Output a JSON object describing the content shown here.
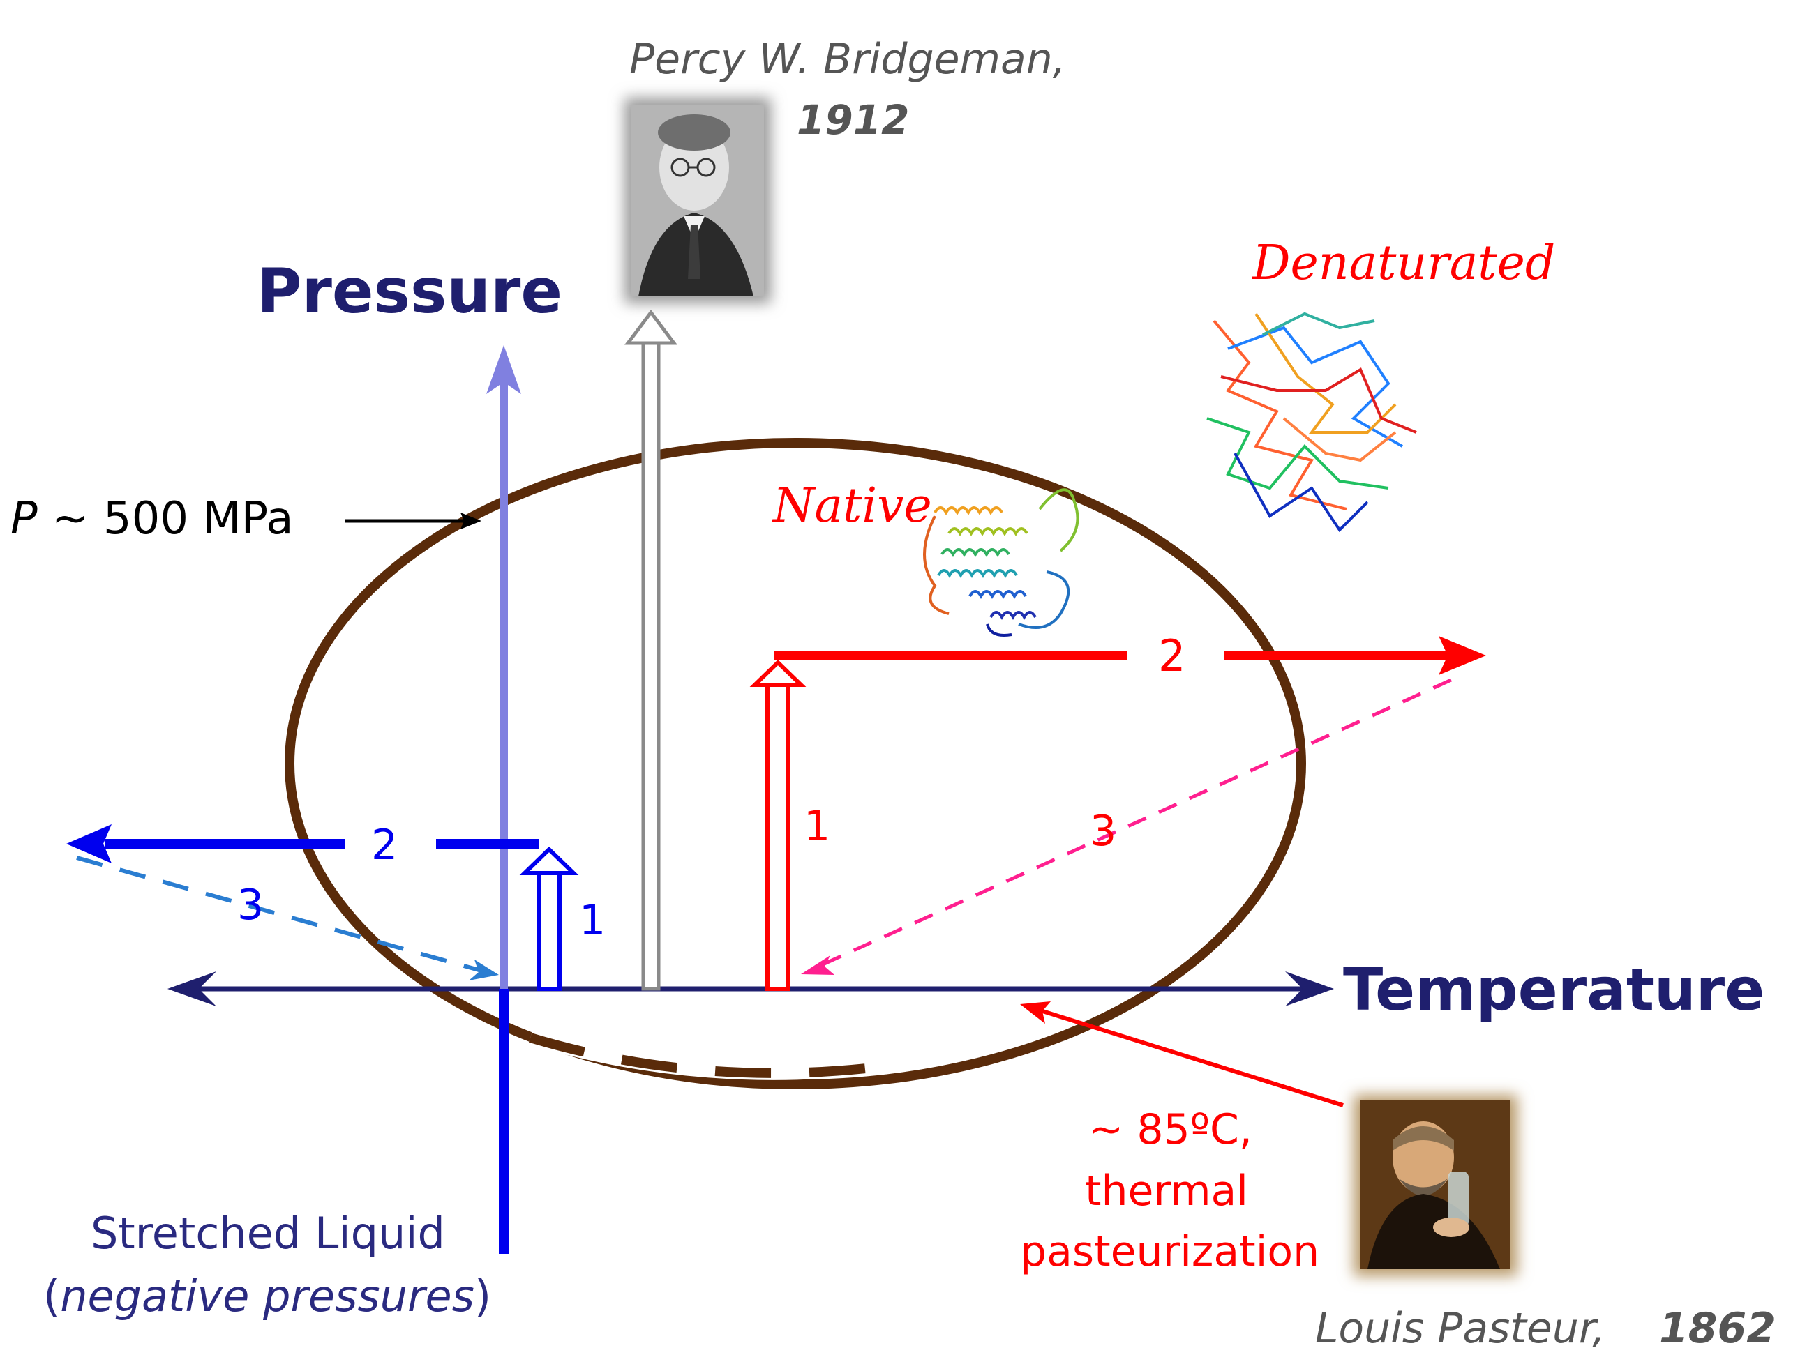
{
  "axes": {
    "pressure_label": "Pressure",
    "temperature_label": "Temperature"
  },
  "annotations": {
    "pressure_value": "P ~ 500 MPa",
    "pressure_symbol": "P",
    "pressure_rest": " ~ 500 MPa",
    "stretched_line1": "Stretched Liquid",
    "stretched_paren_open": "(",
    "stretched_italic": "negative pressures",
    "stretched_paren_close": ")",
    "pasteur_temp": "~ 85ºC,",
    "pasteur_thermal": "thermal",
    "pasteur_process": "pasteurization"
  },
  "people": {
    "bridgeman_name": "Percy W. Bridgeman,",
    "bridgeman_year": "1912",
    "pasteur_name": "Louis Pasteur,",
    "pasteur_year": "1862"
  },
  "states": {
    "native": "Native",
    "denaturated": "Denaturated"
  },
  "paths": {
    "blue_step1": "1",
    "blue_step2": "2",
    "blue_step3": "3",
    "red_step1": "1",
    "red_step2": "2",
    "red_step3": "3"
  },
  "colors": {
    "axis_navy": "#1f1f6e",
    "pressure_axis_light": "#8080e0",
    "blue_path": "#0000ee",
    "dashed_blue": "#2a7dd1",
    "red_path": "#ff0000",
    "dashed_pink": "#ff1f8f",
    "ellipse_brown": "#5a2b0a",
    "gray_arrow": "#8a8a8a",
    "label_gray": "#555555"
  },
  "icons": {
    "bridgeman_portrait": "portrait-photo-icon",
    "pasteur_portrait": "portrait-photo-icon",
    "native_protein": "protein-helix-icon",
    "denatured_protein": "protein-coil-icon"
  }
}
